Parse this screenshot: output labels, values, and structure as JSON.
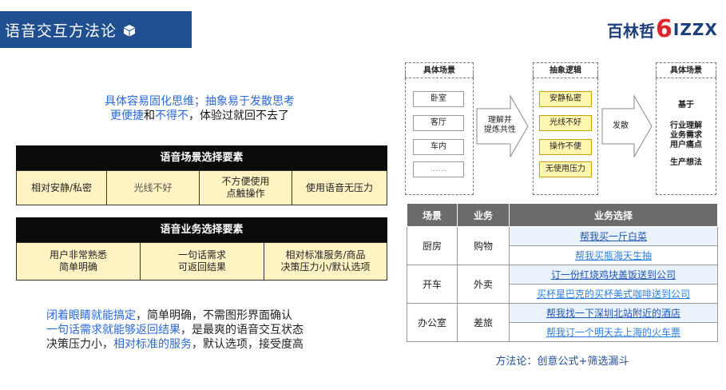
{
  "header": {
    "title": "语音交互方法论"
  },
  "logo": {
    "text_cn": "百林哲",
    "six": "6",
    "latin": "IZZX"
  },
  "headline": {
    "line1": "具体容易固化思维；抽象易于发散思考",
    "line2_part1": "更便捷",
    "line2_part2": "和",
    "line2_part3": "不得不",
    "line2_part4": "，体验过就回不去了"
  },
  "scene_table": {
    "header": "语音场景选择要素",
    "cells": [
      "相对安静/私密",
      "光线不好",
      "不方便使用\n点触操作",
      "使用语音无压力"
    ]
  },
  "business_table": {
    "header": "语音业务选择要素",
    "cells": [
      "用户非常熟悉\n简单明确",
      "一句话需求\n可返回结果",
      "相对标准服务/商品\n决策压力小/默认选项"
    ]
  },
  "bottom_text": {
    "l1_a": "闭着眼睛就能搞定",
    "l1_b": "，简单明确，不需图形界面确认",
    "l2_a": "一句话需求就能够返回结果",
    "l2_b": "，是最爽的语音交互状态",
    "l3_a": "决策压力小，",
    "l3_b": "相对标准的服务",
    "l3_c": "，默认选项，接受度高"
  },
  "diagram": {
    "col1_title": "具体场景",
    "col1_items": [
      "卧室",
      "客厅",
      "车内",
      "……"
    ],
    "arrow1_label": "理解并\n提炼共性",
    "col2_title": "抽象逻辑",
    "col2_items": [
      "安静私密",
      "光线不好",
      "操作不便",
      "无使用压力"
    ],
    "arrow2_label": "发散",
    "col3_title": "具体场景",
    "col3_items": [
      "基于",
      "行业理解\n业务需求\n用户痛点",
      "生产想法"
    ]
  },
  "biz_table": {
    "headers": [
      "场景",
      "业务",
      "业务选择"
    ],
    "groups": [
      {
        "scene": "厨房",
        "biz": "购物",
        "items": [
          "帮我买一斤白菜",
          "帮我买瓶海天生抽"
        ]
      },
      {
        "scene": "开车",
        "biz": "外卖",
        "items": [
          "订一份红烧鸡块盖饭送到公司",
          "买杯星巴克的买杯美式咖啡送到公司"
        ]
      },
      {
        "scene": "办公室",
        "biz": "差旅",
        "items": [
          "帮我找一下深圳北站附近的酒店",
          "帮我订一个明天去上海的火车票"
        ]
      }
    ]
  },
  "methodology": "方法论：创意公式+筛选漏斗"
}
